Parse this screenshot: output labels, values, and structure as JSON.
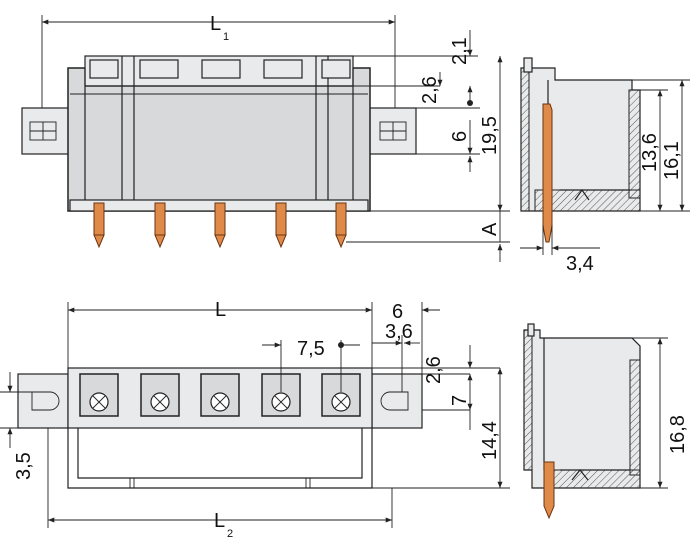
{
  "dimensions": {
    "top_front": {
      "L1": "L",
      "L1_sub": "1",
      "d_2_1": "2,1",
      "d_2_6": "2,6",
      "d_6": "6",
      "d_19_5": "19,5",
      "A": "A"
    },
    "top_side": {
      "d_13_6": "13,6",
      "d_16_1": "16,1",
      "d_3_4": "3,4"
    },
    "bottom_top": {
      "L": "L",
      "d_6": "6",
      "d_3_6": "3,6",
      "d_7_5": "7,5",
      "d_2_6": "2,6",
      "d_7": "7",
      "d_14_4": "14,4",
      "d_3_5": "3,5",
      "L2": "L",
      "L2_sub": "2"
    },
    "bottom_side": {
      "d_16_8": "16,8"
    }
  },
  "colors": {
    "housing": "#d7d9db",
    "pin": "#e08a4a",
    "line": "#222222"
  }
}
